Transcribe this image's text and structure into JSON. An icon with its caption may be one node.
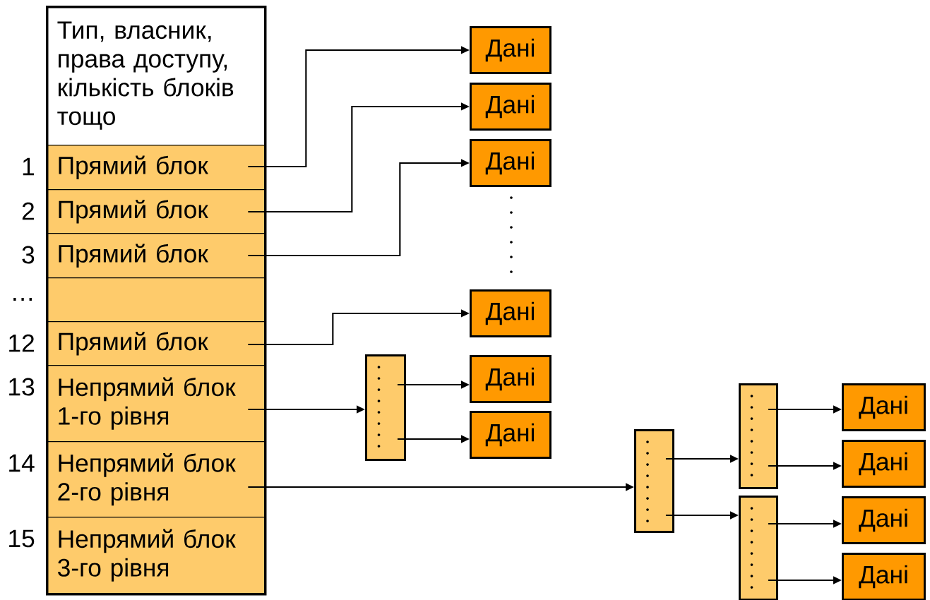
{
  "diagram": {
    "nodes": [
      {
        "text": [],
        "shape": "box"
      },
      {
        "text": [
          "Тип, власник, права доступу, кількість блоків тощо"
        ],
        "in": 0
      },
      {
        "text": [
          "Прямий блок"
        ],
        "in": 0,
        "beside": [
          "1"
        ]
      },
      {
        "text": [
          "Прямий блок"
        ],
        "in": 0,
        "beside": [
          "2"
        ]
      },
      {
        "text": [
          "Прямий блок"
        ],
        "in": 0,
        "beside": [
          "3"
        ]
      },
      {
        "text": [],
        "shape": "box",
        "in": 0,
        "beside": [
          "…"
        ]
      },
      {
        "text": [
          "Прямий блок"
        ],
        "in": 0,
        "beside": [
          "12"
        ]
      },
      {
        "text": [
          "Непрямий блок 1-го рівня"
        ],
        "in": 0,
        "beside": [
          "13"
        ]
      },
      {
        "text": [
          "Непрямий блок 2-го рівня"
        ],
        "in": 0,
        "beside": [
          "14"
        ]
      },
      {
        "text": [
          "Непрямий блок 3-го рівня"
        ],
        "in": 0,
        "beside": [
          "15"
        ]
      },
      {
        "text": [
          "Дані"
        ]
      },
      {
        "text": [
          "Дані"
        ]
      },
      {
        "text": [
          "Дані"
        ]
      },
      {
        "text": [
          "Дані"
        ]
      },
      {
        "text": [],
        "shape": "box"
      },
      {
        "text": [
          "Дані"
        ]
      },
      {
        "text": [
          "Дані"
        ]
      },
      {
        "text": [],
        "shape": "box"
      },
      {
        "text": [],
        "shape": "box"
      },
      {
        "text": [],
        "shape": "box"
      },
      {
        "text": [
          "Дані"
        ]
      },
      {
        "text": [
          "Дані"
        ]
      },
      {
        "text": [
          "Дані"
        ]
      },
      {
        "text": [
          "Дані"
        ]
      }
    ],
    "edges": [
      {
        "from": 2,
        "to": 10,
        "arrow": "to"
      },
      {
        "from": 3,
        "to": 11,
        "arrow": "to"
      },
      {
        "from": 4,
        "to": 12,
        "arrow": "to"
      },
      {
        "from": 6,
        "to": 13,
        "arrow": "to"
      },
      {
        "from": 7,
        "to": 14,
        "arrow": "to"
      },
      {
        "from": 14,
        "to": 15,
        "arrow": "to"
      },
      {
        "from": 14,
        "to": 16,
        "arrow": "to"
      },
      {
        "from": 8,
        "to": 17,
        "arrow": "to"
      },
      {
        "from": 17,
        "to": 18,
        "arrow": "to"
      },
      {
        "from": 17,
        "to": 19,
        "arrow": "to"
      },
      {
        "from": 18,
        "to": 20,
        "arrow": "to"
      },
      {
        "from": 18,
        "to": 21,
        "arrow": "to"
      },
      {
        "from": 19,
        "to": 22,
        "arrow": "to"
      },
      {
        "from": 19,
        "to": 23,
        "arrow": "to"
      }
    ]
  }
}
